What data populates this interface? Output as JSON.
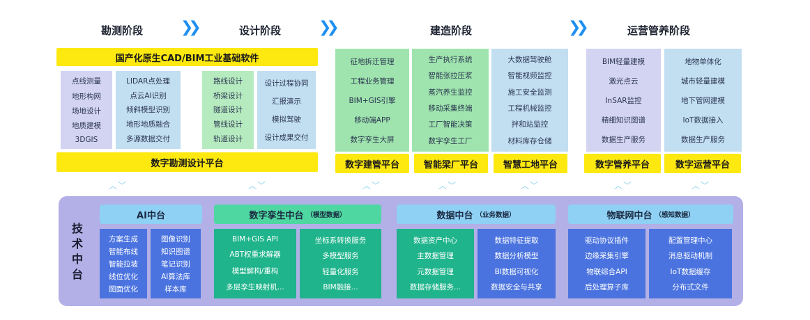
{
  "stages": {
    "survey": "勘测阶段",
    "design": "设计阶段",
    "build": "建造阶段",
    "operate": "运营管养阶段"
  },
  "arrow_glyph": "❯❯",
  "updown_glyph": "︿﹀",
  "survey_design": {
    "banner": "国产化原生CAD/BIM工业基础软件",
    "col1": [
      "点线测量",
      "地形构网",
      "场地设计",
      "地质建模",
      "3DGIS"
    ],
    "col2": [
      "LIDAR点处理",
      "点云AI识别",
      "倾斜模型识别",
      "地形地质融合",
      "多源数据交付"
    ],
    "col3": [
      "路线设计",
      "桥梁设计",
      "隧道设计",
      "管线设计",
      "轨道设计"
    ],
    "col4": [
      "设计过程协同",
      "汇报演示",
      "模拟驾驶",
      "设计成果交付"
    ],
    "platform": "数字勘测设计平台"
  },
  "build": {
    "col1": [
      "征地拆迁管理",
      "工程业务管理",
      "BIM+GIS引擎",
      "移动端APP",
      "数字孪生大屏"
    ],
    "col2": [
      "生产执行系统",
      "智能张拉压浆",
      "蒸汽养生监控",
      "移动采集终端",
      "工厂智能决策",
      "数字孪生工厂"
    ],
    "col3": [
      "大数据驾驶舱",
      "智能视频监控",
      "施工安全监测",
      "工程机械监控",
      "拌和站监控",
      "材料库存仓储"
    ],
    "platform1": "数字建管平台",
    "platform2": "智能梁厂平台",
    "platform3": "智慧工地平台"
  },
  "operate": {
    "col1": [
      "BIM轻量建模",
      "激光点云",
      "InSAR监控",
      "精细知识图谱",
      "数据生产服务"
    ],
    "col2": [
      "地物单体化",
      "城市轻量建模",
      "地下管网建模",
      "IoT数据接入",
      "数据生产服务"
    ],
    "platform1": "数字管养平台",
    "platform2": "数字运营平台"
  },
  "tech": {
    "label_chars": [
      "技",
      "术",
      "中",
      "台"
    ],
    "ai": {
      "title": "AI中台",
      "col1": [
        "方案生成",
        "智能布线",
        "智能拉坡",
        "线位优化",
        "图面优化"
      ],
      "col2": [
        "图像识别",
        "知识图谱",
        "笔记识别",
        "AI算法库",
        "样本库"
      ]
    },
    "twin": {
      "title": "数字孪生中台",
      "subtitle": "（模型数据）",
      "col1": [
        "BIM+GIS API",
        "ABT权重求解器",
        "模型解构/重构",
        "多层孪生映射机..."
      ],
      "col2": [
        "坐标系转换服务",
        "多模型服务",
        "轻量化服务",
        "BIM融接..."
      ]
    },
    "data": {
      "title": "数据中台",
      "subtitle": "（业务数据）",
      "col1": [
        "数据资产中心",
        "主数据管理",
        "元数据管理",
        "数据存储服务..."
      ],
      "col2": [
        "数据特征提取",
        "数据分析模型",
        "BI数据可视化",
        "数据安全与共享"
      ]
    },
    "iot": {
      "title": "物联网中台",
      "subtitle": "（感知数据）",
      "col1": [
        "驱动协议插件",
        "边缘采集引擎",
        "物联综合API",
        "后处理算子库"
      ],
      "col2": [
        "配置管理中心",
        "消息驱动机制",
        "IoT数据缓存",
        "分布式文件"
      ]
    }
  }
}
